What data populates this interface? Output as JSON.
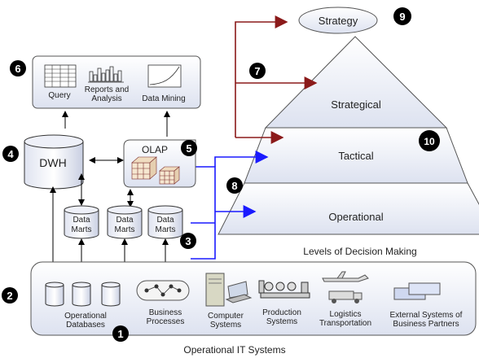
{
  "pyramid": {
    "strategy": "Strategy",
    "strategical": "Strategical",
    "tactical": "Tactical",
    "operational": "Operational",
    "caption": "Levels of Decision Making"
  },
  "analysis": {
    "query": "Query",
    "reports_line1": "Reports and",
    "reports_line2": "Analysis",
    "data_mining": "Data Mining"
  },
  "dwh": "DWH",
  "olap": "OLAP",
  "datamarts": [
    {
      "line1": "Data",
      "line2": "Marts"
    },
    {
      "line1": "Data",
      "line2": "Marts"
    },
    {
      "line1": "Data",
      "line2": "Marts"
    }
  ],
  "systems": {
    "operational_databases_line1": "Operational",
    "operational_databases_line2": "Databases",
    "business_processes_line1": "Business",
    "business_processes_line2": "Processes",
    "computer_systems_line1": "Computer",
    "computer_systems_line2": "Systems",
    "production_systems_line1": "Production",
    "production_systems_line2": "Systems",
    "logistics_line1": "Logistics",
    "logistics_line2": "Transportation",
    "external_line1": "External Systems of",
    "external_line2": "Business Partners",
    "caption": "Operational IT Systems"
  },
  "markers": [
    "1",
    "2",
    "3",
    "4",
    "5",
    "6",
    "7",
    "8",
    "9",
    "10"
  ],
  "colors": {
    "box_fill": "#eef0f8",
    "box_stroke": "#555555",
    "arrow_dark_red": "#8b1a1a",
    "arrow_blue": "#1a1aff",
    "marker_fill": "#000000"
  }
}
